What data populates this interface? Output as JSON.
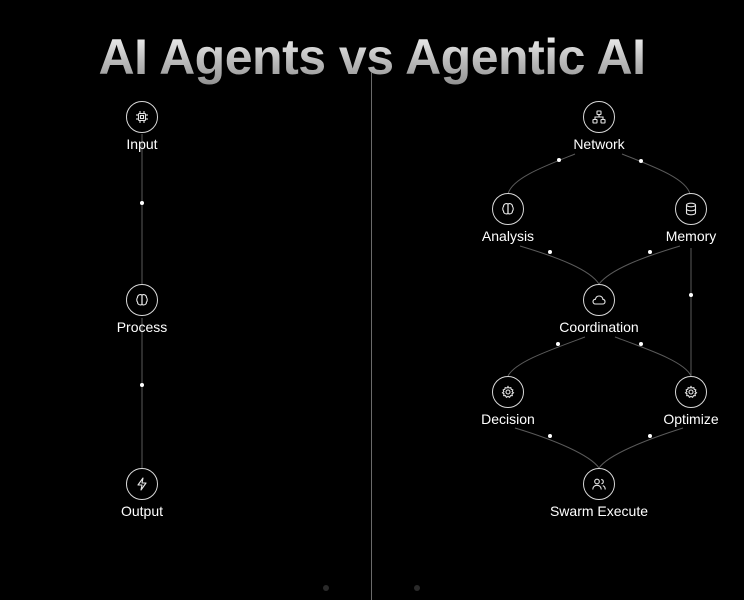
{
  "title": "AI Agents vs Agentic AI",
  "left_flow": {
    "nodes": [
      {
        "label": "Input",
        "icon": "cpu-icon"
      },
      {
        "label": "Process",
        "icon": "brain-icon"
      },
      {
        "label": "Output",
        "icon": "lightning-icon"
      }
    ]
  },
  "right_flow": {
    "nodes": [
      {
        "label": "Network",
        "icon": "network-icon"
      },
      {
        "label": "Analysis",
        "icon": "brain-icon"
      },
      {
        "label": "Memory",
        "icon": "database-icon"
      },
      {
        "label": "Coordination",
        "icon": "cloud-icon"
      },
      {
        "label": "Decision",
        "icon": "gear-icon"
      },
      {
        "label": "Optimize",
        "icon": "gear-icon"
      },
      {
        "label": "Swarm Execute",
        "icon": "users-icon"
      }
    ],
    "edges": [
      [
        "Network",
        "Analysis"
      ],
      [
        "Network",
        "Memory"
      ],
      [
        "Analysis",
        "Coordination"
      ],
      [
        "Memory",
        "Coordination"
      ],
      [
        "Memory",
        "Optimize"
      ],
      [
        "Coordination",
        "Decision"
      ],
      [
        "Coordination",
        "Optimize"
      ],
      [
        "Decision",
        "Swarm Execute"
      ],
      [
        "Optimize",
        "Swarm Execute"
      ]
    ]
  },
  "colors": {
    "background": "#000000",
    "line": "#6a6a6a",
    "node_border": "#d8d8d8",
    "text": "#ffffff"
  }
}
